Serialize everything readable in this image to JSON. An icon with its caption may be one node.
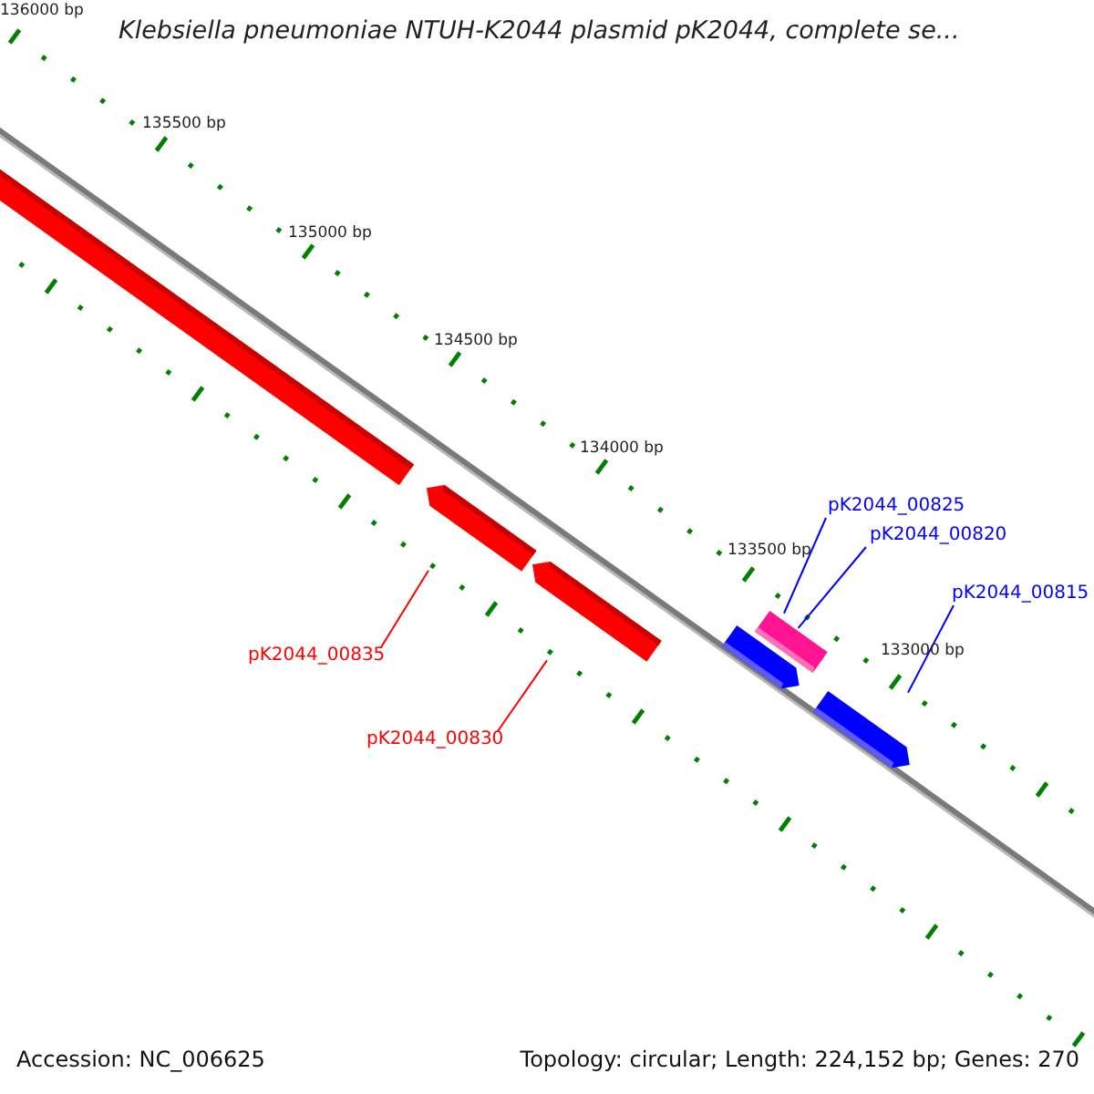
{
  "diagram": {
    "title": "Klebsiella pneumoniae NTUH-K2044 plasmid pK2044, complete se...",
    "nodes": [
      {
        "text": [],
        "shape": "arrow"
      },
      {
        "text": [],
        "shape": "arrow"
      },
      {
        "text": [],
        "shape": "arrow"
      },
      {
        "text": [],
        "shape": "arrow"
      },
      {
        "text": [],
        "shape": "bar"
      },
      {
        "text": [],
        "shape": "arrow"
      },
      {
        "text": [
          "pK2044_00825"
        ]
      },
      {
        "text": [
          "pK2044_00820"
        ]
      },
      {
        "text": [
          "pK2044_00815"
        ]
      },
      {
        "text": [
          "pK2044_00835"
        ]
      },
      {
        "text": [
          "pK2044_00830"
        ]
      }
    ],
    "edges": [
      {
        "from": 6,
        "to": 4,
        "arrow": "none",
        "color": "#0000ff"
      },
      {
        "from": 7,
        "to": 3,
        "arrow": "none",
        "color": "#0000ff"
      },
      {
        "from": 8,
        "to": 5,
        "arrow": "none",
        "color": "#0000ff"
      },
      {
        "from": 9,
        "to": 1,
        "arrow": "none",
        "color": "#ff0000"
      },
      {
        "from": 10,
        "to": 2,
        "arrow": "none",
        "color": "#ff0000"
      }
    ],
    "labels": [
      "136000 bp",
      "135500 bp",
      "135000 bp",
      "134500 bp",
      "134000 bp",
      "133500 bp",
      "133000 bp",
      "Accession: NC_006625",
      "Topology: circular; Length: 224,152 bp; Genes: 270"
    ]
  }
}
